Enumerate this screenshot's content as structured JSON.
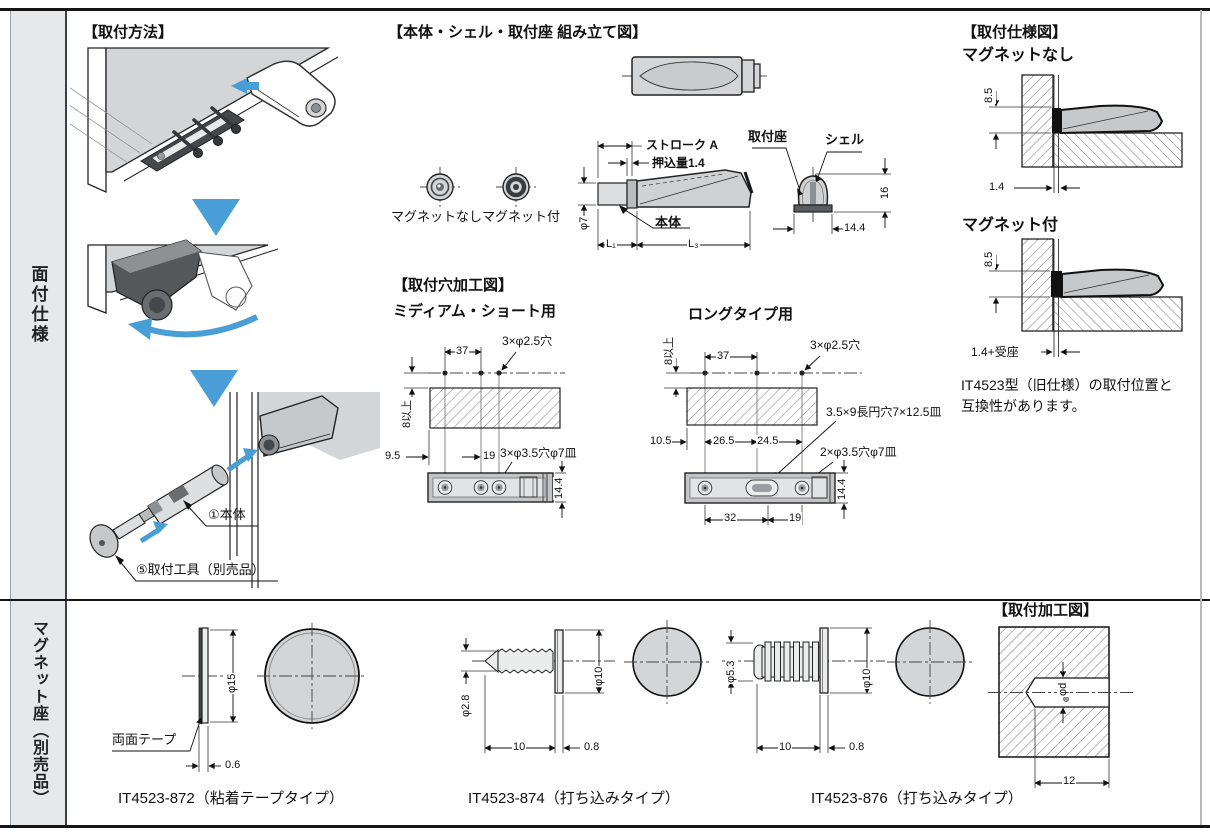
{
  "sidebar": {
    "row1": "面付仕様",
    "row2": "マグネット座（別売品）"
  },
  "method": {
    "title": "【取付方法】",
    "body_label": "①本体",
    "tool_label": "⑤取付工具（別売品）"
  },
  "assembly": {
    "title": "【本体・シェル・取付座 組み立て図】",
    "magnet_none": "マグネットなし",
    "magnet_with": "マグネット付",
    "stroke": "ストローク A",
    "push": "押込量1.4",
    "dia7": "φ7",
    "body": "本体",
    "mount_base": "取付座",
    "shell": "シェル",
    "l1": "L₁",
    "l3": "L₃",
    "h16": "16",
    "w144": "14.4"
  },
  "holes": {
    "title": "【取付穴加工図】",
    "medium": {
      "subtitle": "ミディアム・ショート用",
      "d37": "37",
      "top_holes": "3×φ2.5穴",
      "min8": "8以上",
      "d95": "9.5",
      "d19": "19",
      "bottom_holes": "3×φ3.5穴φ7皿",
      "d144": "14.4"
    },
    "long": {
      "subtitle": "ロングタイプ用",
      "min8": "8以上",
      "d37": "37",
      "top_holes": "3×φ2.5穴",
      "d105": "10.5",
      "d265": "26.5",
      "d245": "24.5",
      "oblong": "3.5×9長円穴7×12.5皿",
      "bottom_holes": "2×φ3.5穴φ7皿",
      "d144": "14.4",
      "d32": "32",
      "d19": "19"
    }
  },
  "spec": {
    "title": "【取付仕様図】",
    "magnet_none": "マグネットなし",
    "magnet_with": "マグネット付",
    "d85a": "8.5",
    "d14": "1.4",
    "d85b": "8.5",
    "d14z": "1.4+受座",
    "note1": "IT4523型（旧仕様）の取付位置と",
    "note2": "互換性があります。"
  },
  "seats": {
    "p872": {
      "caption": "IT4523-872（粘着テープタイプ）",
      "dia15": "φ15",
      "tape": "両面テープ",
      "d06": "0.6"
    },
    "p874": {
      "caption": "IT4523-874（打ち込みタイプ）",
      "dia28": "φ2.8",
      "dia10": "φ10",
      "d10": "10",
      "d08": "0.8"
    },
    "p876": {
      "caption": "IT4523-876（打ち込みタイプ）",
      "dia53": "φ5.3",
      "dia10": "φ10",
      "d10": "10",
      "d08": "0.8"
    },
    "machining": {
      "title": "【取付加工図】",
      "diad": "φd",
      "d12": "12"
    }
  },
  "colors": {
    "accent_blue": "#4a9ed7",
    "panel_gray": "#d3d5d7",
    "sidebar_gray": "#e6e8ea",
    "line_dark": "#1a1a1a"
  }
}
